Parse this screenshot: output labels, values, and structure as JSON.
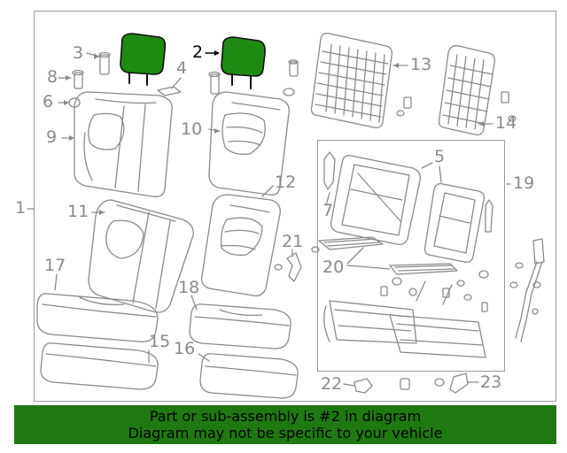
{
  "diagram": {
    "callouts": [
      {
        "id": "c1",
        "text": "1",
        "highlight": false
      },
      {
        "id": "c2",
        "text": "2",
        "highlight": true
      },
      {
        "id": "c3",
        "text": "3",
        "highlight": false
      },
      {
        "id": "c4",
        "text": "4",
        "highlight": false
      },
      {
        "id": "c5",
        "text": "5",
        "highlight": false
      },
      {
        "id": "c6",
        "text": "6",
        "highlight": false
      },
      {
        "id": "c7",
        "text": "7",
        "highlight": false
      },
      {
        "id": "c8",
        "text": "8",
        "highlight": false
      },
      {
        "id": "c9",
        "text": "9",
        "highlight": false
      },
      {
        "id": "c10",
        "text": "10",
        "highlight": false
      },
      {
        "id": "c11",
        "text": "11",
        "highlight": false
      },
      {
        "id": "c12",
        "text": "12",
        "highlight": false
      },
      {
        "id": "c13",
        "text": "13",
        "highlight": false
      },
      {
        "id": "c14",
        "text": "14",
        "highlight": false
      },
      {
        "id": "c15",
        "text": "15",
        "highlight": false
      },
      {
        "id": "c16",
        "text": "16",
        "highlight": false
      },
      {
        "id": "c17",
        "text": "17",
        "highlight": false
      },
      {
        "id": "c18",
        "text": "18",
        "highlight": false
      },
      {
        "id": "c19",
        "text": "19",
        "highlight": false
      },
      {
        "id": "c20",
        "text": "20",
        "highlight": false
      },
      {
        "id": "c21",
        "text": "21",
        "highlight": false
      },
      {
        "id": "c22",
        "text": "22",
        "highlight": false
      },
      {
        "id": "c23",
        "text": "23",
        "highlight": false
      }
    ],
    "highlight_color": "#1e8a12",
    "line_color": "#8a8a8a"
  },
  "footer": {
    "line1": "Part or sub-assembly is #2 in diagram",
    "line2": "Diagram may not be specific to your vehicle",
    "background": "#1e7a10"
  }
}
